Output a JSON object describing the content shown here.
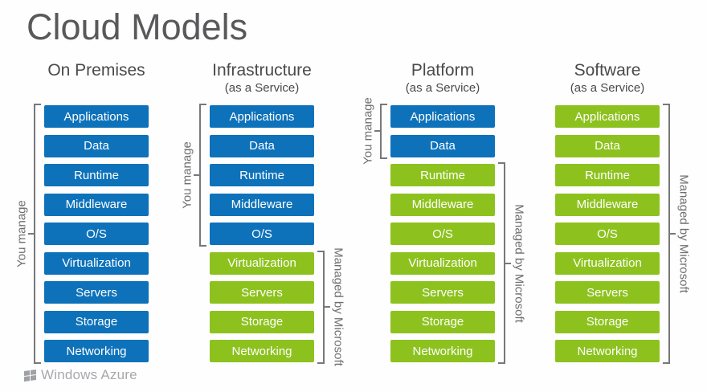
{
  "title": "Cloud Models",
  "layers": [
    "Applications",
    "Data",
    "Runtime",
    "Middleware",
    "O/S",
    "Virtualization",
    "Servers",
    "Storage",
    "Networking"
  ],
  "legend_colors": {
    "you_manage_box": "#0e72ba",
    "vendor_managed_box": "#8dc21e",
    "bracket_line": "#77787b",
    "bracket_label_text": "#6d6e71",
    "header_text": "#4a4a4c",
    "title_text": "#59595b",
    "logo_text": "#a6a8ab"
  },
  "columns": [
    {
      "id": "on-premises",
      "title": "On Premises",
      "subtitle": "",
      "you_manage_layers": 9,
      "brackets": [
        {
          "side": "left",
          "label": "You manage",
          "from": 0,
          "to": 8
        }
      ]
    },
    {
      "id": "infrastructure",
      "title": "Infrastructure",
      "subtitle": "(as a Service)",
      "you_manage_layers": 5,
      "brackets": [
        {
          "side": "left",
          "label": "You manage",
          "from": 0,
          "to": 4
        },
        {
          "side": "right",
          "label": "Managed by Microsoft",
          "from": 5,
          "to": 8
        }
      ]
    },
    {
      "id": "platform",
      "title": "Platform",
      "subtitle": "(as a Service)",
      "you_manage_layers": 2,
      "brackets": [
        {
          "side": "left",
          "label": "You manage",
          "from": 0,
          "to": 1
        },
        {
          "side": "right",
          "label": "Managed by Microsoft",
          "from": 2,
          "to": 8
        }
      ]
    },
    {
      "id": "software",
      "title": "Software",
      "subtitle": "(as a Service)",
      "you_manage_layers": 0,
      "brackets": [
        {
          "side": "right",
          "label": "Managed by Microsoft",
          "from": 0,
          "to": 8
        }
      ]
    }
  ],
  "footer": {
    "logo_text": "Windows Azure"
  }
}
